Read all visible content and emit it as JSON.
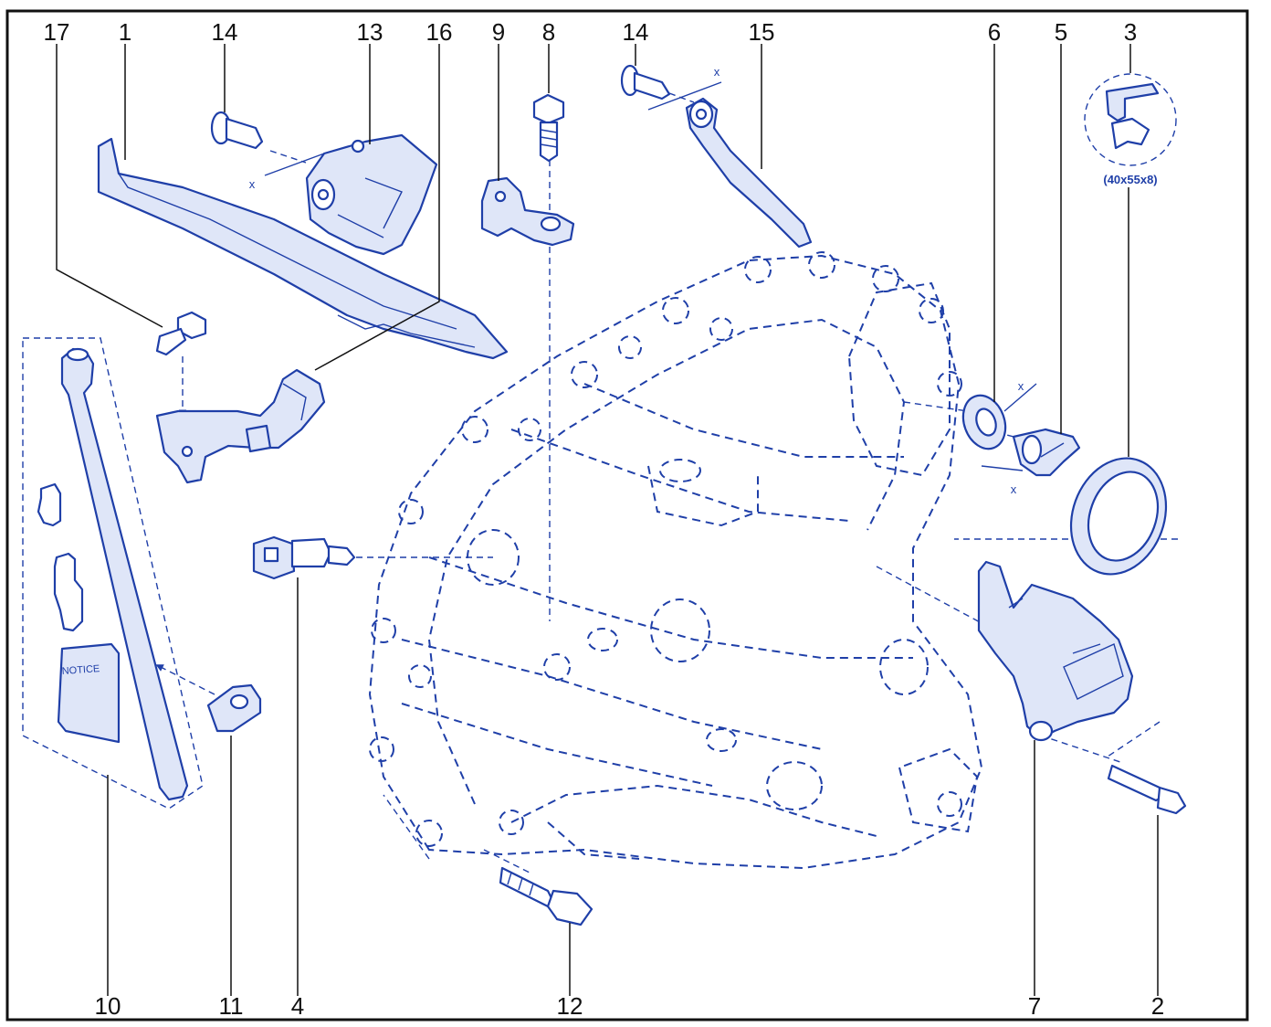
{
  "diagram": {
    "callouts": [
      "17",
      "1",
      "14",
      "13",
      "16",
      "9",
      "8",
      "14",
      "15",
      "6",
      "5",
      "3",
      "10",
      "11",
      "4",
      "12",
      "7",
      "2"
    ],
    "dimension_marker": "x",
    "seal_size": "(40x55x8)",
    "notice_booklet": "NOTICE"
  },
  "colors": {
    "line": "#1f3fa8",
    "fill": "#dfe6f8",
    "callout_text": "#111111",
    "frame": "#111111"
  }
}
